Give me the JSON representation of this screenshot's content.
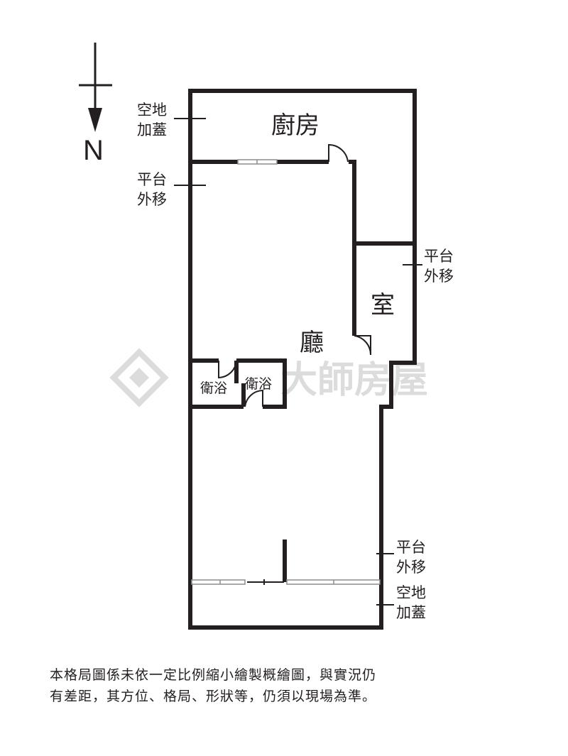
{
  "compass": {
    "label": "N"
  },
  "rooms": {
    "kitchen": "廚房",
    "room": "室",
    "living": "廳",
    "bath_left": "衛浴",
    "bath_right": "衛浴"
  },
  "annotations": {
    "top_left_1": [
      "空地",
      "加蓋"
    ],
    "top_left_2": [
      "平台",
      "外移"
    ],
    "right_mid": [
      "平台",
      "外移"
    ],
    "bottom_right_1": [
      "平台",
      "外移"
    ],
    "bottom_right_2": [
      "空地",
      "加蓋"
    ]
  },
  "watermark": {
    "brand": "大師房屋"
  },
  "disclaimer": [
    "本格局圖係未依一定比例縮小繪製概繪圖，與實況仍",
    "有差距，其方位、格局、形狀等，仍須以現場為準。"
  ],
  "colors": {
    "wall": "#231f20",
    "window": "#9a9a9a",
    "watermark": "#d9d9d9"
  }
}
